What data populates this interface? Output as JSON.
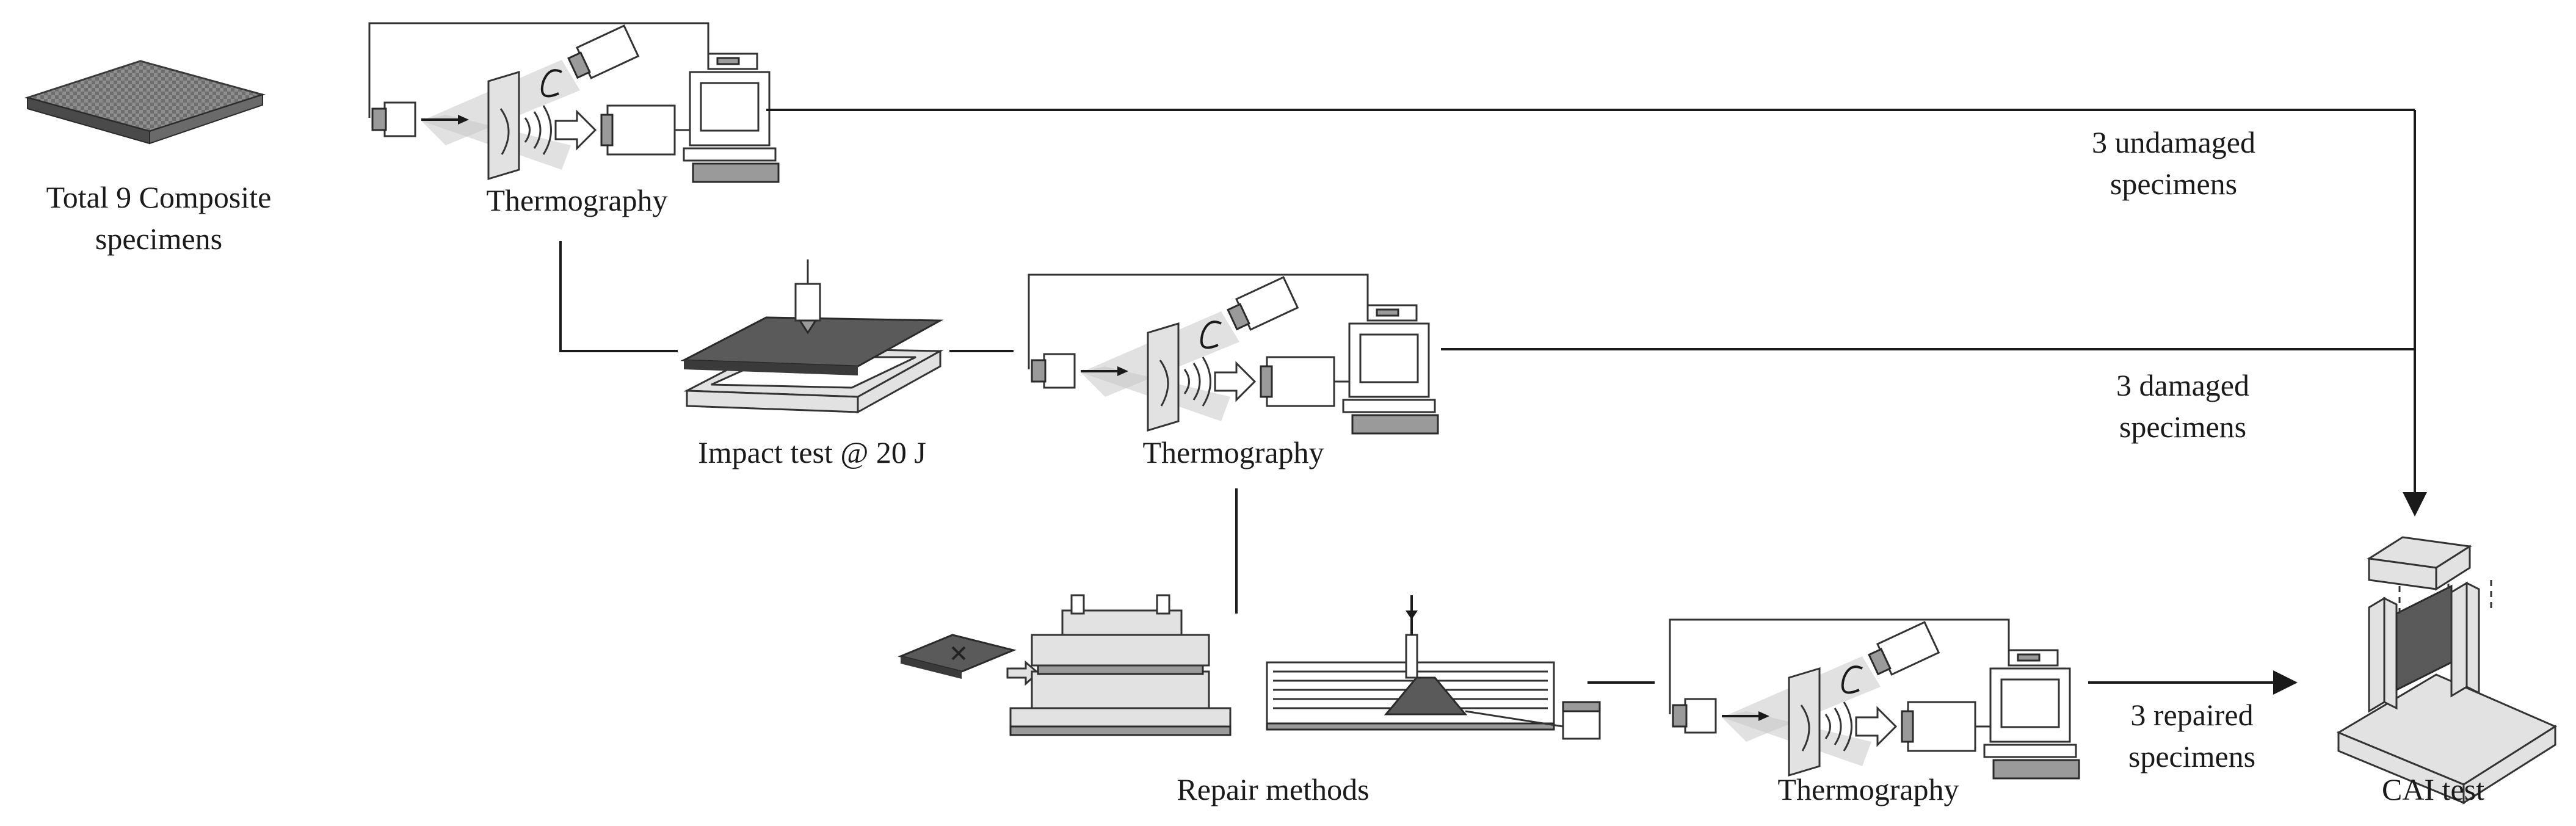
{
  "labels": {
    "specimens_line1": "Total 9 Composite",
    "specimens_line2": "specimens",
    "thermography_1": "Thermography",
    "impact_test": "Impact test @ 20 J",
    "thermography_2": "Thermography",
    "repair_methods": "Repair methods",
    "thermography_3": "Thermography",
    "cai_test": "CAI test"
  },
  "flows": {
    "undamaged_line1": "3 undamaged",
    "undamaged_line2": "specimens",
    "damaged_line1": "3 damaged",
    "damaged_line2": "specimens",
    "repaired_line1": "3 repaired",
    "repaired_line2": "specimens"
  }
}
